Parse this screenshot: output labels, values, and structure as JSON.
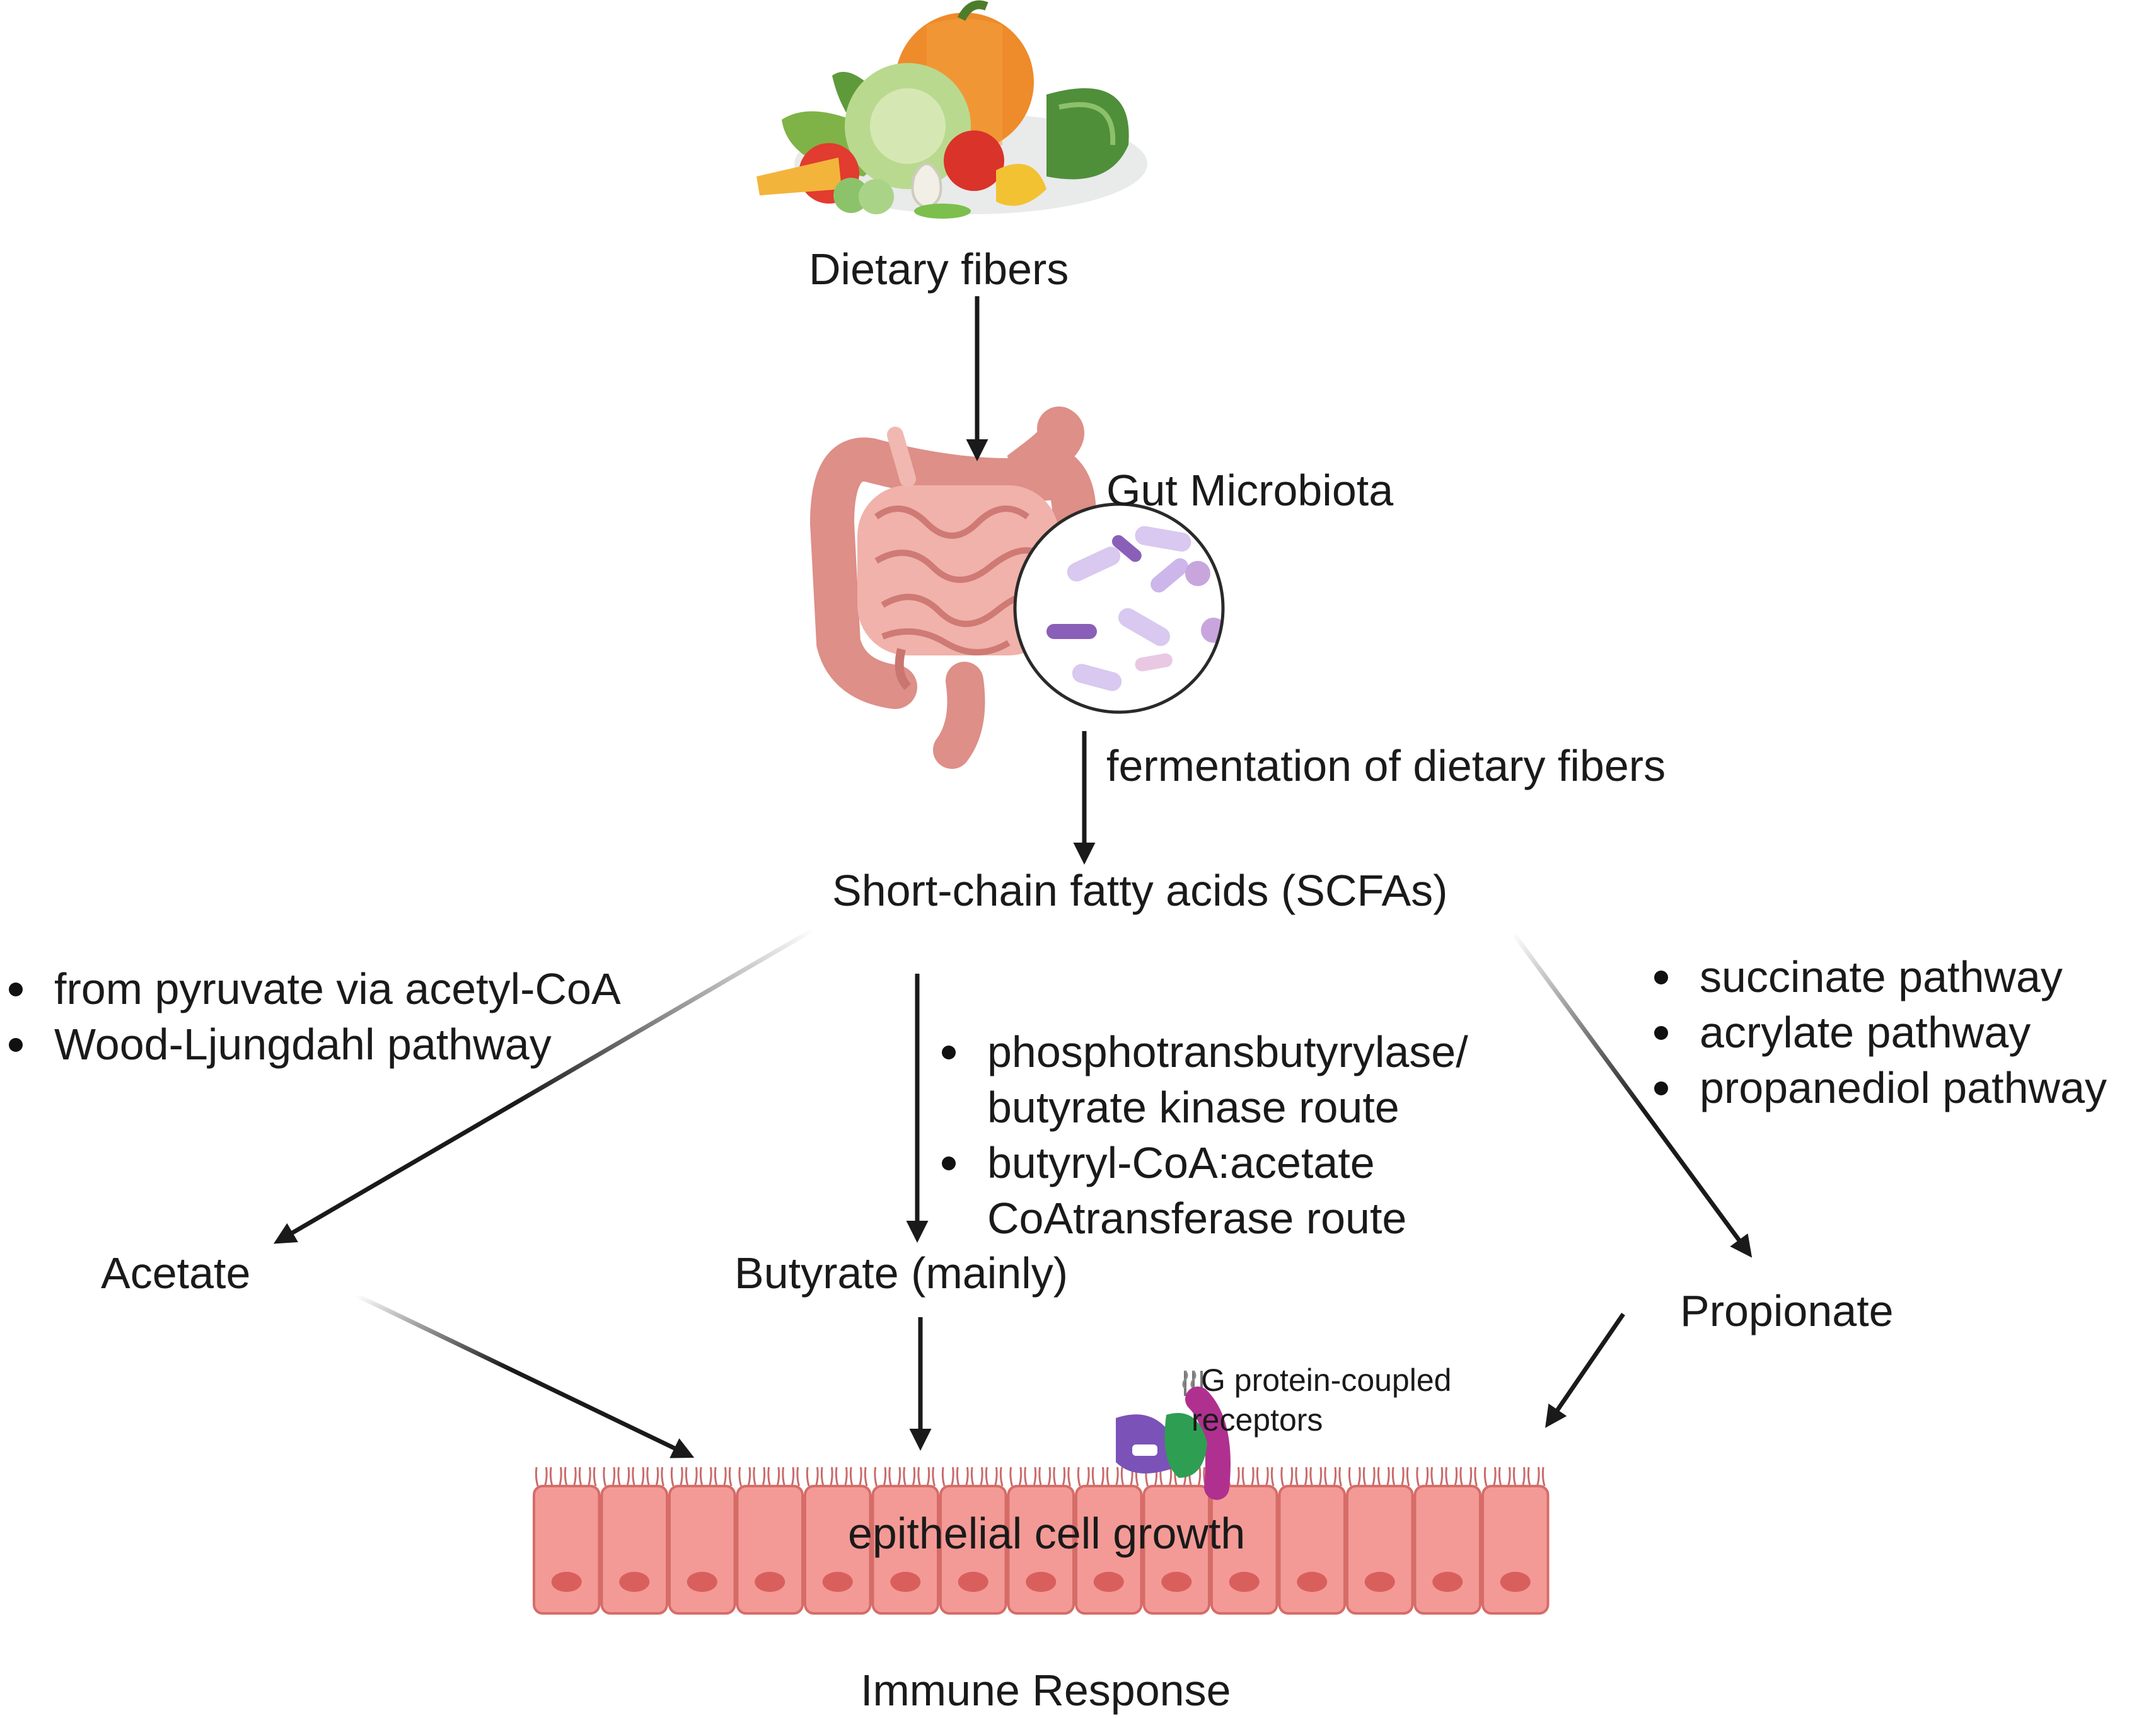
{
  "nodes": {
    "dietary_fibers": "Dietary fibers",
    "gut_microbiota": "Gut Microbiota",
    "fermentation": "fermentation of dietary fibers",
    "scfas": "Short-chain fatty acids (SCFAs)",
    "acetate": "Acetate",
    "butyrate": "Butyrate (mainly)",
    "propionate": "Propionate",
    "gpcr_line1": "G protein-coupled",
    "gpcr_line2": "receptors",
    "epithelial": "epithelial cell growth",
    "immune": "Immune Response"
  },
  "acetate_pathways": [
    "from pyruvate via acetyl-CoA",
    "Wood-Ljungdahl pathway"
  ],
  "butyrate_pathways": [
    {
      "bullet": true,
      "text": "phosphotransbutyrylase/"
    },
    {
      "bullet": false,
      "text": "butyrate kinase route"
    },
    {
      "bullet": true,
      "text": "butyryl-CoA:acetate"
    },
    {
      "bullet": false,
      "text": "CoAtransferase route"
    }
  ],
  "propionate_pathways": [
    "succinate pathway",
    "acrylate pathway",
    "propanediol pathway"
  ],
  "colors": {
    "cell_fill": "#f39a96",
    "cell_stroke": "#d66c68",
    "nucleus": "#d95f5d",
    "cilia": "#c96b6b",
    "gut": "#e8a19b",
    "bacteria_purple": "#9b7fc4",
    "receptor_green": "#2e9e52",
    "receptor_magenta": "#b0308f",
    "arrow": "#1a1a1a"
  }
}
